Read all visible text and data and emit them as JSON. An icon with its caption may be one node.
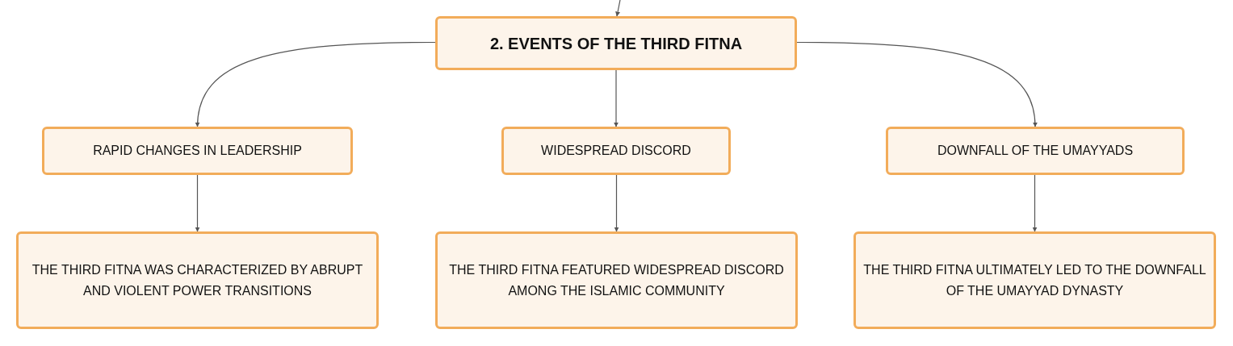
{
  "diagram": {
    "nodes": [
      {
        "text": [
          "2. EVENTS OF THE THIRD FITNA"
        ]
      },
      {
        "text": [
          "RAPID CHANGES IN LEADERSHIP"
        ]
      },
      {
        "text": [
          "WIDESPREAD DISCORD"
        ]
      },
      {
        "text": [
          "DOWNFALL OF THE UMAYYADS"
        ]
      },
      {
        "text": [
          "THE THIRD FITNA WAS CHARACTERIZED BY ABRUPT AND VIOLENT POWER TRANSITIONS"
        ]
      },
      {
        "text": [
          "THE THIRD FITNA FEATURED WIDESPREAD DISCORD AMONG THE ISLAMIC COMMUNITY"
        ]
      },
      {
        "text": [
          "THE THIRD FITNA ULTIMATELY LED TO THE DOWNFALL OF THE UMAYYAD DYNASTY"
        ]
      }
    ],
    "edges": [
      {
        "from": null,
        "to": 0,
        "arrow": "to"
      },
      {
        "from": 0,
        "to": 1,
        "arrow": "to"
      },
      {
        "from": 0,
        "to": 2,
        "arrow": "to"
      },
      {
        "from": 0,
        "to": 3,
        "arrow": "to"
      },
      {
        "from": 1,
        "to": 4,
        "arrow": "to"
      },
      {
        "from": 2,
        "to": 5,
        "arrow": "to"
      },
      {
        "from": 3,
        "to": 6,
        "arrow": "to"
      }
    ]
  }
}
